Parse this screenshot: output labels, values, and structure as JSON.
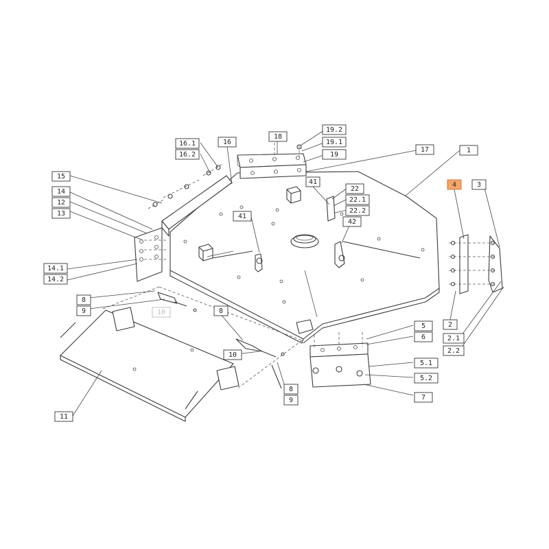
{
  "colors": {
    "highlight": "#f4a56b",
    "line": "#3a3a3a",
    "background": "#ffffff"
  },
  "callouts": [
    {
      "id": "c-1",
      "label": "1"
    },
    {
      "id": "c-2",
      "label": "2"
    },
    {
      "id": "c-2-1",
      "label": "2.1"
    },
    {
      "id": "c-2-2",
      "label": "2.2"
    },
    {
      "id": "c-3",
      "label": "3"
    },
    {
      "id": "c-4",
      "label": "4",
      "highlighted": true
    },
    {
      "id": "c-5",
      "label": "5"
    },
    {
      "id": "c-5-1",
      "label": "5.1"
    },
    {
      "id": "c-5-2",
      "label": "5.2"
    },
    {
      "id": "c-6",
      "label": "6"
    },
    {
      "id": "c-7",
      "label": "7"
    },
    {
      "id": "c-8a",
      "label": "8"
    },
    {
      "id": "c-8b",
      "label": "8"
    },
    {
      "id": "c-8c",
      "label": "8"
    },
    {
      "id": "c-9a",
      "label": "9"
    },
    {
      "id": "c-9b",
      "label": "9"
    },
    {
      "id": "c-10a",
      "label": "10",
      "faded": true
    },
    {
      "id": "c-10b",
      "label": "10"
    },
    {
      "id": "c-11",
      "label": "11"
    },
    {
      "id": "c-12",
      "label": "12"
    },
    {
      "id": "c-13",
      "label": "13"
    },
    {
      "id": "c-14",
      "label": "14"
    },
    {
      "id": "c-14-1",
      "label": "14.1"
    },
    {
      "id": "c-14-2",
      "label": "14.2"
    },
    {
      "id": "c-15",
      "label": "15"
    },
    {
      "id": "c-16",
      "label": "16"
    },
    {
      "id": "c-16-1",
      "label": "16.1"
    },
    {
      "id": "c-16-2",
      "label": "16.2"
    },
    {
      "id": "c-17",
      "label": "17"
    },
    {
      "id": "c-18",
      "label": "18"
    },
    {
      "id": "c-19",
      "label": "19"
    },
    {
      "id": "c-19-1",
      "label": "19.1"
    },
    {
      "id": "c-19-2",
      "label": "19.2"
    },
    {
      "id": "c-22",
      "label": "22"
    },
    {
      "id": "c-22-1",
      "label": "22.1"
    },
    {
      "id": "c-22-2",
      "label": "22.2"
    },
    {
      "id": "c-41a",
      "label": "41"
    },
    {
      "id": "c-41b",
      "label": "41"
    },
    {
      "id": "c-42",
      "label": "42"
    }
  ]
}
